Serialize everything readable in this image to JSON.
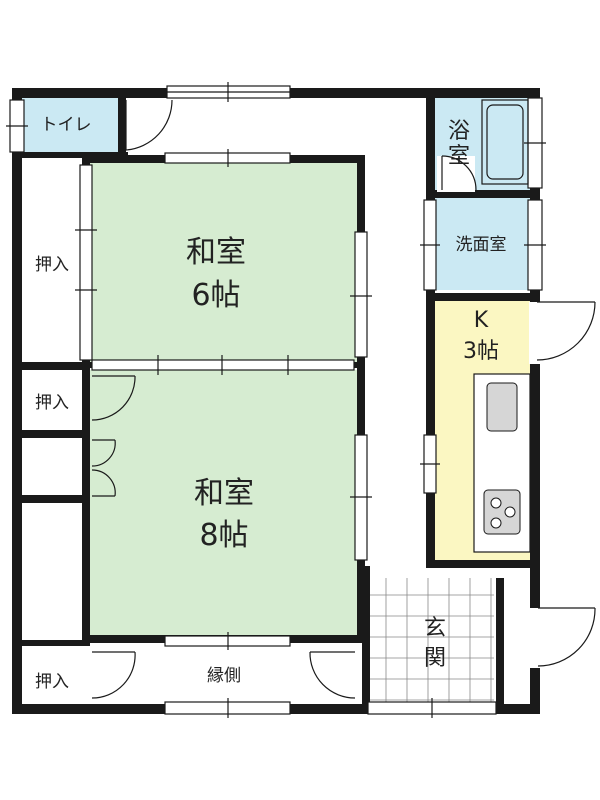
{
  "colors": {
    "washitsu": "#d6ecd1",
    "wet": "#cbe9f3",
    "kitchen": "#fbf7c2",
    "wall": "#1a1a1a",
    "genkan_tile": "#f0f0f0"
  },
  "rooms": {
    "toilet": "トイレ",
    "bath": [
      "浴",
      "室"
    ],
    "washroom": "洗面室",
    "kitchen_k": "K",
    "kitchen_size": "3帖",
    "washitsu6_name": "和室",
    "washitsu6_size": "6帖",
    "washitsu8_name": "和室",
    "washitsu8_size": "8帖",
    "closet_top": "押入",
    "closet_mid": "押入",
    "closet_bottom": "押入",
    "engawa": "縁側",
    "genkan": [
      "玄",
      "関"
    ]
  }
}
